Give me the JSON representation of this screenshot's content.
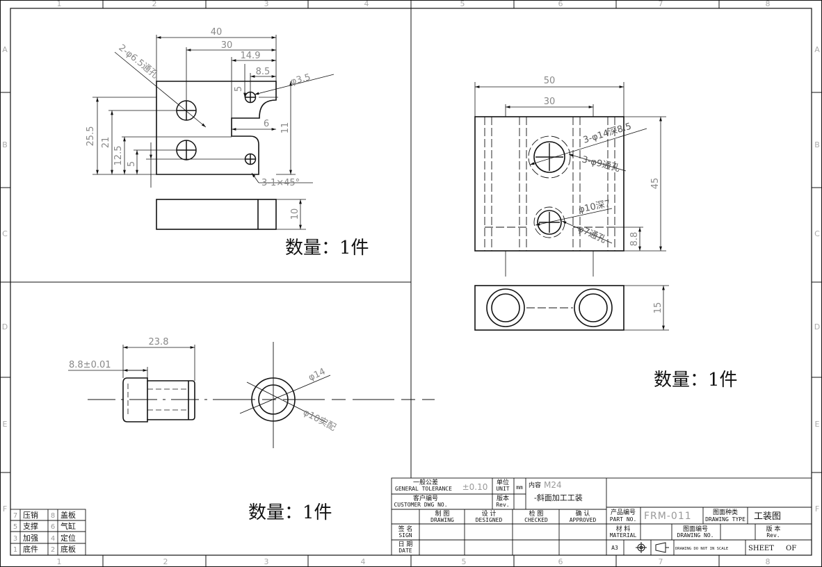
{
  "grid": {
    "cols": [
      "1",
      "2",
      "3",
      "4",
      "5",
      "6",
      "7",
      "8"
    ],
    "rows": [
      "A",
      "B",
      "C",
      "D",
      "E",
      "F"
    ]
  },
  "views": {
    "top_left": {
      "dims": {
        "w40": "40",
        "w30": "30",
        "w149": "14.9",
        "w85": "8.5",
        "h255": "25.5",
        "h21": "21",
        "h125": "12.5",
        "h5": "5",
        "d6": "6",
        "h11": "11",
        "h5b": "5",
        "h10": "10",
        "hole_a": "2-φ6.5通孔",
        "hole_b": "φ3.5",
        "chamfer": "3-1×45°"
      },
      "quantity": "数量：1件"
    },
    "top_right": {
      "dims": {
        "w50": "50",
        "w30": "30",
        "h45": "45",
        "h15": "15",
        "h88": "8.8",
        "hole_a": "3-φ14深8.5",
        "hole_b": "3-φ9通孔",
        "hole_c": "φ10深7",
        "hole_d": "φ7通孔"
      },
      "quantity": "数量：1件"
    },
    "bottom_left": {
      "dims": {
        "len238": "23.8",
        "len88": "8.8±0.01",
        "dia14": "φ14",
        "dia10": "φ10实配"
      },
      "quantity": "数量：1件"
    }
  },
  "bom": [
    {
      "n1": "7",
      "t1": "压销",
      "n2": "8",
      "t2": "盖板"
    },
    {
      "n1": "5",
      "t1": "支撑",
      "n2": "6",
      "t2": "气缸"
    },
    {
      "n1": "3",
      "t1": "加强",
      "n2": "4",
      "t2": "定位"
    },
    {
      "n1": "1",
      "t1": "底件",
      "n2": "2",
      "t2": "底板"
    }
  ],
  "title_block": {
    "tol_cn": "一般公差",
    "tol_en": "GENERAL TOLERANCE",
    "tol_val": "±0.10",
    "unit_cn": "单位",
    "unit_en": "UNIT",
    "unit_val": "mm",
    "content_cn": "内容",
    "content_val": "M24",
    "desc": "-斜面加工工装",
    "cust_cn": "客户编号",
    "cust_en": "CUSTOMER DWG NO.",
    "rev_cn": "版本",
    "rev_en": "Rev.",
    "drawing_cn": "制 图",
    "drawing_en": "DRAWING",
    "designed_cn": "设 计",
    "designed_en": "DESIGNED",
    "checked_cn": "检 图",
    "checked_en": "CHECKED",
    "approved_cn": "确 认",
    "approved_en": "APPROVED",
    "sign_cn": "签 名",
    "sign_en": "SIGN",
    "date_cn": "日 期",
    "date_en": "DATE",
    "part_cn": "产品编号",
    "part_en": "PART NO.",
    "part_val": "FRM-011",
    "dtype_cn": "图面种类",
    "dtype_en": "DRAWING TYPE",
    "dtype_val": "工装图",
    "mat_cn": "材 料",
    "mat_en": "MATERIAL",
    "dno_cn": "图面编号",
    "dno_en": "DRAWING NO.",
    "rev2_cn": "版 本",
    "rev2_en": "Rev.",
    "size": "A3",
    "noscale": "DRAWING DO NOT IN SCALE",
    "sheet": "SHEET",
    "of": "OF"
  }
}
